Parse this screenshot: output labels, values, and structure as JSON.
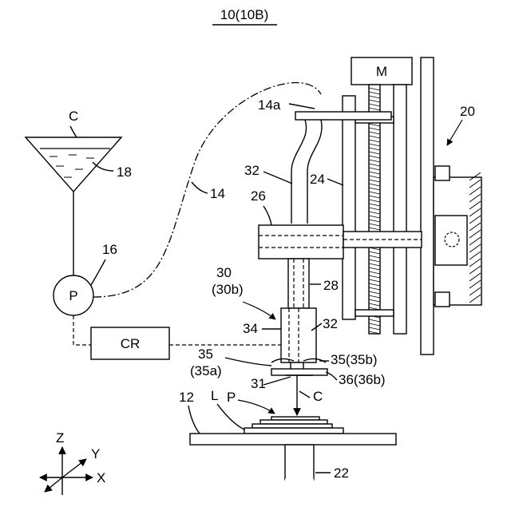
{
  "figure": {
    "title": "10(10B)"
  },
  "labels": {
    "liquid": "C",
    "container": "18",
    "pump": "P",
    "pump_ref": "16",
    "controller": "CR",
    "hose": "14",
    "hose_end": "14a",
    "motor": "M",
    "unit": "20",
    "carriage": "24",
    "arm": "26",
    "pipe_upper": "32",
    "shaft": "28",
    "head": "30",
    "head_sub": "(30b)",
    "housing": "34",
    "pipe_lower": "32",
    "roller_left_a": "35",
    "roller_left_b": "(35a)",
    "roller_right": "35(35b)",
    "plate": "36(36b)",
    "nozzle": "31",
    "flow": "C",
    "product": "P",
    "layers": "L",
    "table": "12",
    "column": "22"
  },
  "axes": {
    "z": "Z",
    "y": "Y",
    "x": "X"
  }
}
